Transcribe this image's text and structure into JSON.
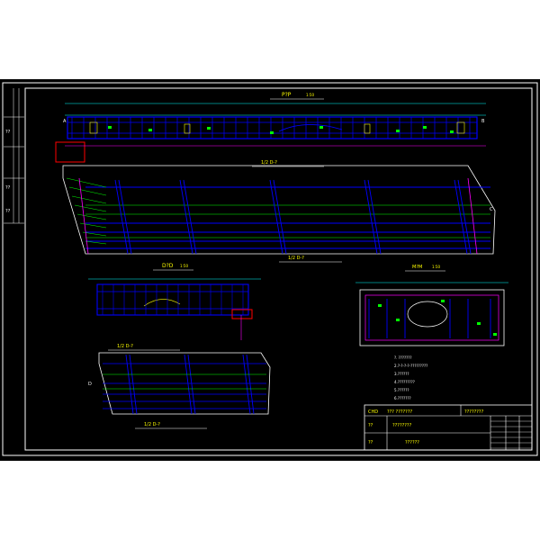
{
  "colors": {
    "background": "#000000",
    "page": "#ffffff",
    "frame": "#ffffff",
    "rebar": "#0000ff",
    "dim": "#00ffff",
    "text": "#ffff00",
    "annot": "#00ff00",
    "section": "#ff0000",
    "concrete": "#ff00ff"
  },
  "views": {
    "top_title": "P?P",
    "top_scale": "1:50",
    "mid_label": "1/2 D-?",
    "mid_label2": "1/2 D-?",
    "left_bottom_title": "D?D",
    "left_bottom_scale": "1:50",
    "left_label": "1/2 D-?",
    "left_label2": "1/2 D-?",
    "right_title": "M?M",
    "right_scale": "1:50"
  },
  "section_marks": {
    "a": "A",
    "b": "B",
    "c": "C",
    "d": "D"
  },
  "notes": [
    "?. ???????",
    "2.?-?-?-?-?????????",
    "3.??????",
    "4.?????????",
    "5.??????",
    "6.???????"
  ],
  "title_block": {
    "company_code": "CHD",
    "company": "??? ???????",
    "project_right": "????????",
    "row1_label": "??",
    "row1_value": "????????",
    "row2_label": "??",
    "row2_value": "??????"
  },
  "left_strip": {
    "label1": "??",
    "label2": "??",
    "label3": "??"
  }
}
